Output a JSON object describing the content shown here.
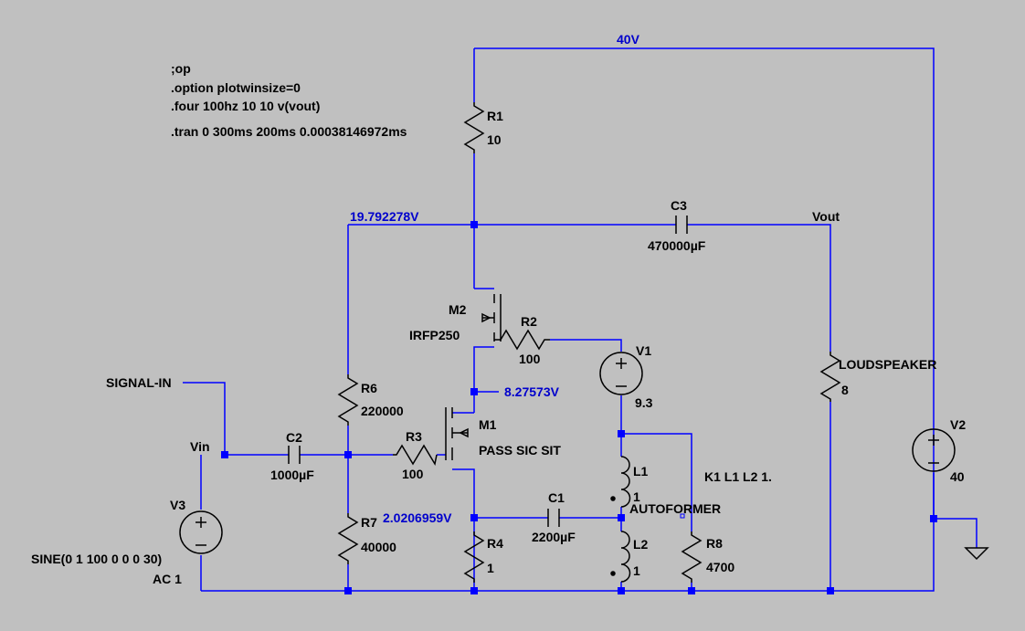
{
  "directives": {
    "line1": ";op",
    "line2": ".option plotwinsize=0",
    "line3": ".four 100hz 10 10 v(vout)",
    "line4": ".tran 0 300ms 200ms 0.00038146972ms"
  },
  "nets": {
    "top_voltage": "40V",
    "drain_voltage": "19.792278V",
    "mid_voltage": "8.27573V",
    "source_voltage": "2.0206959V",
    "vout": "Vout",
    "vin": "Vin",
    "signal_in": "SIGNAL-IN"
  },
  "components": {
    "r1": {
      "name": "R1",
      "value": "10"
    },
    "r2": {
      "name": "R2",
      "value": "100"
    },
    "r3": {
      "name": "R3",
      "value": "100"
    },
    "r4": {
      "name": "R4",
      "value": "1"
    },
    "r6": {
      "name": "R6",
      "value": "220000"
    },
    "r7": {
      "name": "R7",
      "value": "40000"
    },
    "r8": {
      "name": "R8",
      "value": "4700"
    },
    "loudspeaker": {
      "name": "LOUDSPEAKER",
      "value": "8"
    },
    "c1": {
      "name": "C1",
      "value": "2200µF"
    },
    "c2": {
      "name": "C2",
      "value": "1000µF"
    },
    "c3": {
      "name": "C3",
      "value": "470000µF"
    },
    "m1": {
      "name": "M1",
      "value": "PASS SIC SIT"
    },
    "m2": {
      "name": "M2",
      "value": "IRFP250"
    },
    "v1": {
      "name": "V1",
      "value": "9.3"
    },
    "v2": {
      "name": "V2",
      "value": "40"
    },
    "v3": {
      "name": "V3",
      "value1": "SINE(0 1 100 0 0 0 30)",
      "value2": "AC 1"
    },
    "l1": {
      "name": "L1",
      "value": "1"
    },
    "l2": {
      "name": "L2",
      "value": "1"
    },
    "coupling": "K1 L1 L2 1.",
    "autoformer": "AUTOFORMER"
  },
  "colors": {
    "background": "#c0c0c0",
    "wire": "#0000ff",
    "component": "#000000",
    "node_label": "#0000cc"
  }
}
